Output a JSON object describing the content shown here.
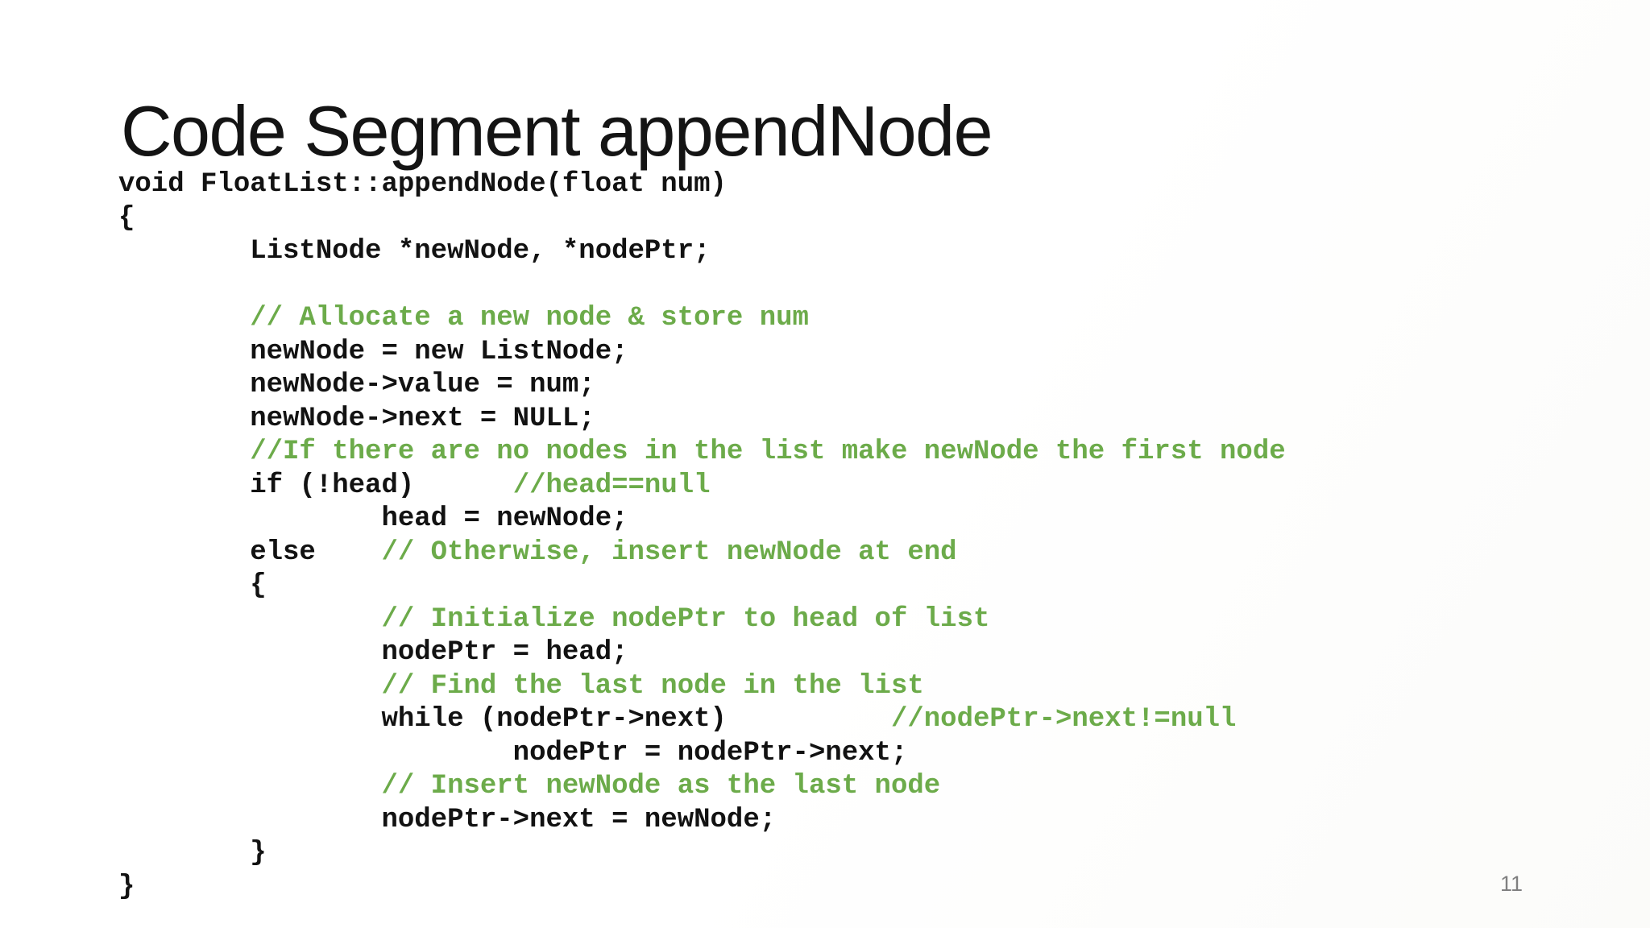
{
  "slide": {
    "title": "Code Segment appendNode",
    "page_number": "11",
    "colors": {
      "background": "#ffffff",
      "title_text": "#141414",
      "code_text": "#121212",
      "comment_green": "#6cab4a",
      "page_number_gray": "#808080"
    },
    "code": {
      "language": "cpp",
      "lines": [
        {
          "segments": [
            {
              "type": "code",
              "text": "void FloatList::appendNode(float num)"
            }
          ]
        },
        {
          "segments": [
            {
              "type": "code",
              "text": "{"
            }
          ]
        },
        {
          "segments": [
            {
              "type": "code",
              "text": "        ListNode *newNode, *nodePtr;"
            }
          ]
        },
        {
          "segments": []
        },
        {
          "segments": [
            {
              "type": "comment",
              "text": "        // Allocate a new node & store num"
            }
          ]
        },
        {
          "segments": [
            {
              "type": "code",
              "text": "        newNode = new ListNode;"
            }
          ]
        },
        {
          "segments": [
            {
              "type": "code",
              "text": "        newNode->value = num;"
            }
          ]
        },
        {
          "segments": [
            {
              "type": "code",
              "text": "        newNode->next = NULL;"
            }
          ]
        },
        {
          "segments": [
            {
              "type": "comment",
              "text": "        //If there are no nodes in the list make newNode the first node"
            }
          ]
        },
        {
          "segments": [
            {
              "type": "code",
              "text": "        if (!head)      "
            },
            {
              "type": "comment",
              "text": "//head==null"
            }
          ]
        },
        {
          "segments": [
            {
              "type": "code",
              "text": "                head = newNode;"
            }
          ]
        },
        {
          "segments": [
            {
              "type": "code",
              "text": "        else    "
            },
            {
              "type": "comment",
              "text": "// Otherwise, insert newNode at end"
            }
          ]
        },
        {
          "segments": [
            {
              "type": "code",
              "text": "        {"
            }
          ]
        },
        {
          "segments": [
            {
              "type": "comment",
              "text": "                // Initialize nodePtr to head of list"
            }
          ]
        },
        {
          "segments": [
            {
              "type": "code",
              "text": "                nodePtr = head;"
            }
          ]
        },
        {
          "segments": [
            {
              "type": "comment",
              "text": "                // Find the last node in the list"
            }
          ]
        },
        {
          "segments": [
            {
              "type": "code",
              "text": "                while (nodePtr->next)          "
            },
            {
              "type": "comment",
              "text": "//nodePtr->next!=null"
            }
          ]
        },
        {
          "segments": [
            {
              "type": "code",
              "text": "                        nodePtr = nodePtr->next;"
            }
          ]
        },
        {
          "segments": [
            {
              "type": "comment",
              "text": "                // Insert newNode as the last node"
            }
          ]
        },
        {
          "segments": [
            {
              "type": "code",
              "text": "                nodePtr->next = newNode;"
            }
          ]
        },
        {
          "segments": [
            {
              "type": "code",
              "text": "        }"
            }
          ]
        },
        {
          "segments": [
            {
              "type": "code",
              "text": "}"
            }
          ]
        }
      ]
    }
  }
}
